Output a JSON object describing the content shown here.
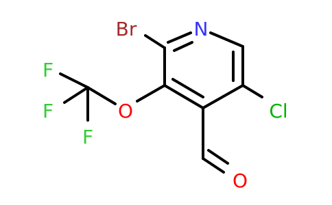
{
  "molecule": {
    "atoms": {
      "nitrogen": "N",
      "bromine": "Br",
      "chlorine": "Cl",
      "oxygen_ether": "O",
      "oxygen_carbonyl": "O",
      "fluorine_1": "F",
      "fluorine_2": "F",
      "fluorine_3": "F"
    },
    "colors": {
      "bond": "#000000",
      "nitrogen": "#3333ff",
      "bromine": "#a52a2a",
      "chlorine": "#00b300",
      "oxygen": "#ff0000",
      "fluorine": "#33cc33"
    }
  }
}
